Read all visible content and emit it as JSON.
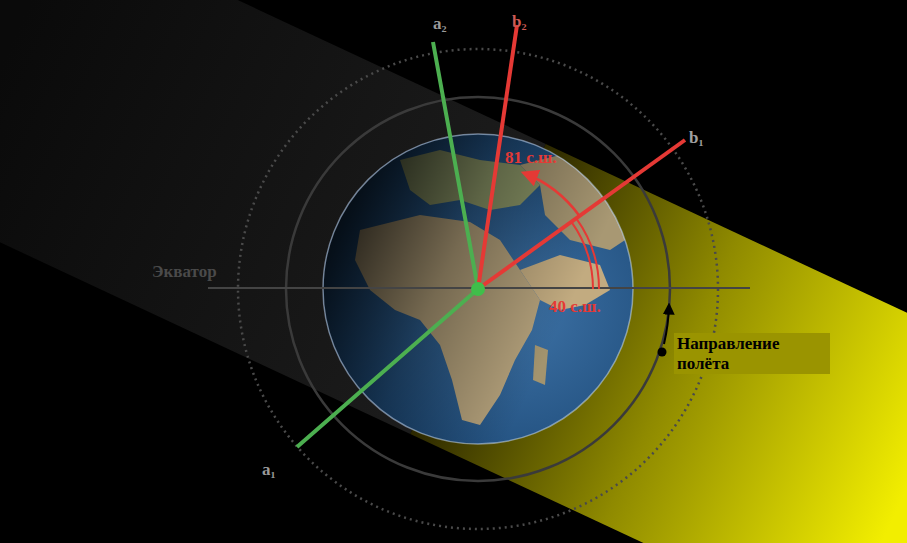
{
  "diagram": {
    "labels": [
      "a₂",
      "b₂",
      "b₁",
      "81 с.ш.",
      "Экватор",
      "40 с.ш.",
      "Направление полёта",
      "a₁"
    ]
  }
}
